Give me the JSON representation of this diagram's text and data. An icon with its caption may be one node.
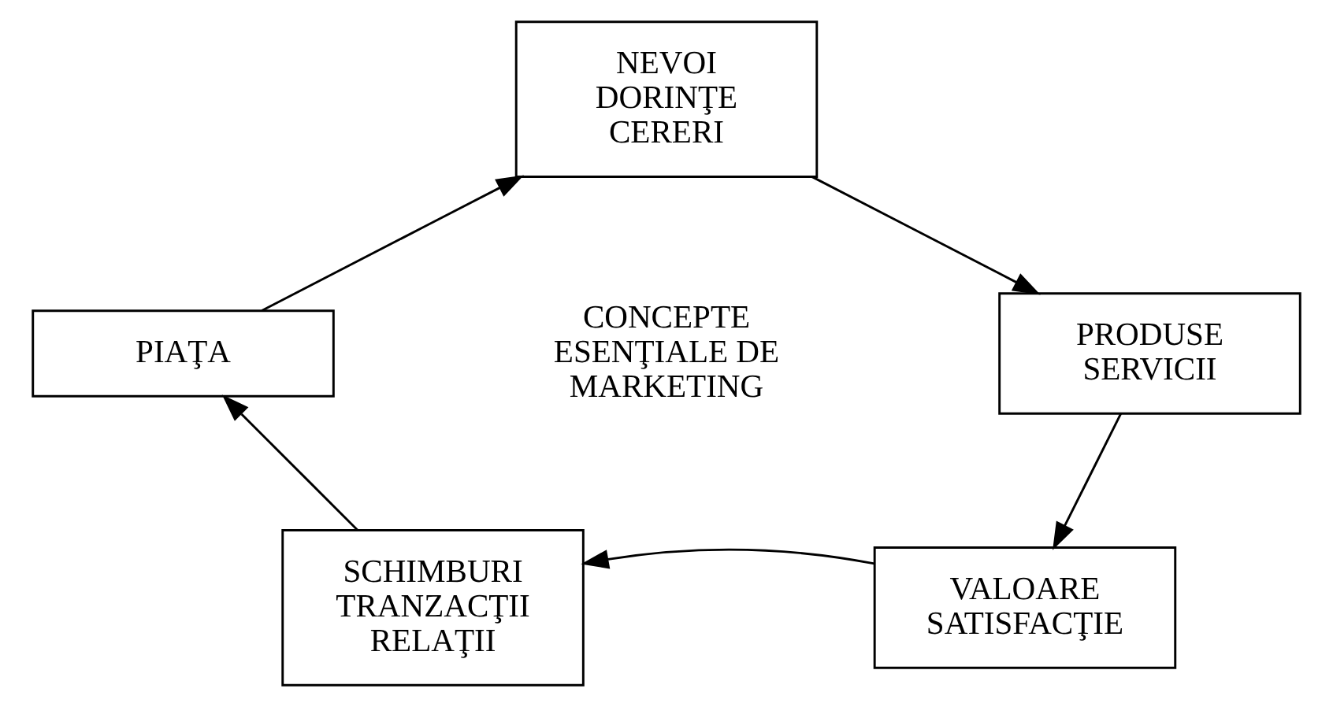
{
  "diagram": {
    "nodes": [
      {
        "text": [
          "NEVOI DORINŢE CERERI"
        ]
      },
      {
        "text": [
          "PIAŢA"
        ]
      },
      {
        "text": [
          "PRODUSE SERVICII"
        ]
      },
      {
        "text": [
          "SCHIMBURI TRANZACŢII RELAŢII"
        ]
      },
      {
        "text": [
          "VALOARE SATISFACŢIE"
        ]
      }
    ],
    "edges": [
      {
        "from": 1,
        "to": 0,
        "arrow": "to"
      },
      {
        "from": 0,
        "to": 2,
        "arrow": "to"
      },
      {
        "from": 2,
        "to": 4,
        "arrow": "to"
      },
      {
        "from": 4,
        "to": 3,
        "arrow": "to"
      },
      {
        "from": 3,
        "to": 1,
        "arrow": "to"
      }
    ],
    "labels": [
      "CONCEPTE ESENŢIALE DE MARKETING"
    ]
  }
}
